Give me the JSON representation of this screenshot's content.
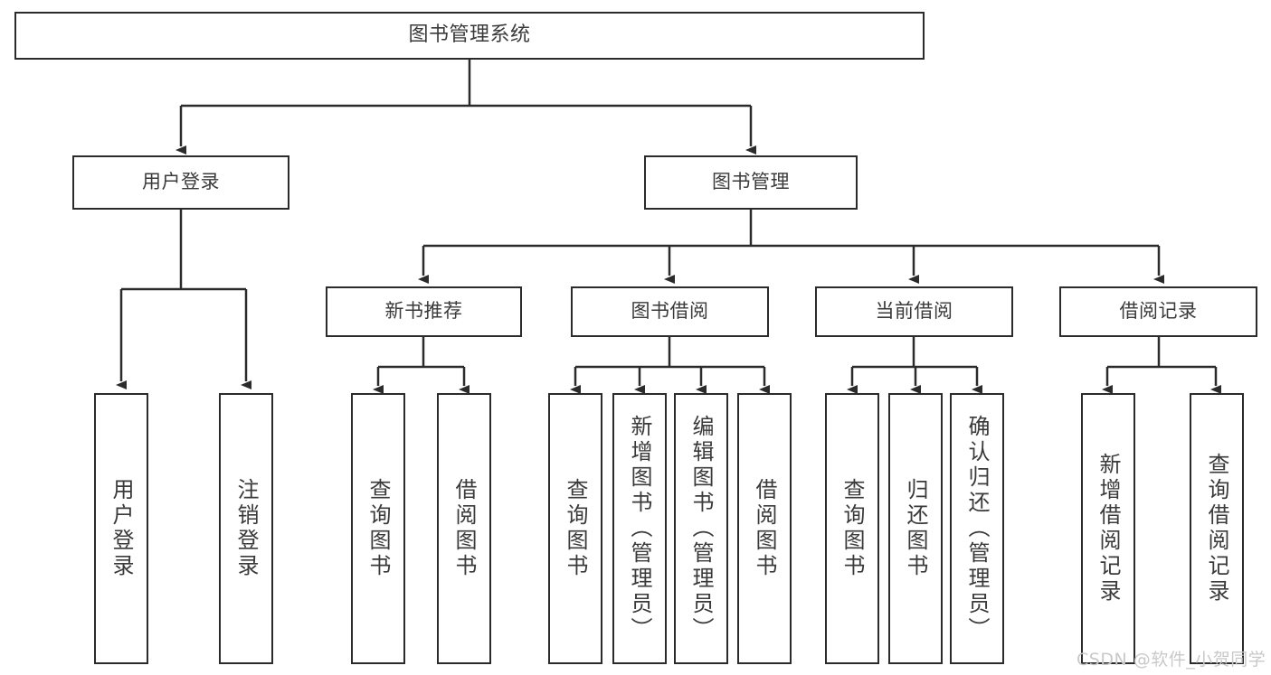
{
  "diagram": {
    "title": "图书管理系统",
    "type": "tree-hierarchy",
    "colors": {
      "box_border": "#2b2b2b",
      "box_fill": "#ffffff",
      "edge": "#2b2b2b",
      "text": "#3a3a3a",
      "watermark": "#c9c9c9",
      "background": "#ffffff"
    },
    "nodes": {
      "root": {
        "label": "图书管理系统"
      },
      "level2": [
        {
          "label": "用户登录"
        },
        {
          "label": "图书管理"
        }
      ],
      "level3": [
        {
          "label": "新书推荐"
        },
        {
          "label": "图书借阅"
        },
        {
          "label": "当前借阅"
        },
        {
          "label": "借阅记录"
        }
      ],
      "leaves_user_login": [
        {
          "label": "用户登录"
        },
        {
          "label": "注销登录"
        }
      ],
      "leaves_new_book": [
        {
          "label": "查询图书"
        },
        {
          "label": "借阅图书"
        }
      ],
      "leaves_borrow": [
        {
          "label": "查询图书"
        },
        {
          "label": "新增图书（管理员）"
        },
        {
          "label": "编辑图书（管理员）"
        },
        {
          "label": "借阅图书"
        }
      ],
      "leaves_current": [
        {
          "label": "查询图书"
        },
        {
          "label": "归还图书"
        },
        {
          "label": "确认归还（管理员）"
        }
      ],
      "leaves_record": [
        {
          "label": "新增借阅记录"
        },
        {
          "label": "查询借阅记录"
        }
      ]
    }
  },
  "watermark": {
    "text": "CSDN @软件_小贺同学"
  }
}
